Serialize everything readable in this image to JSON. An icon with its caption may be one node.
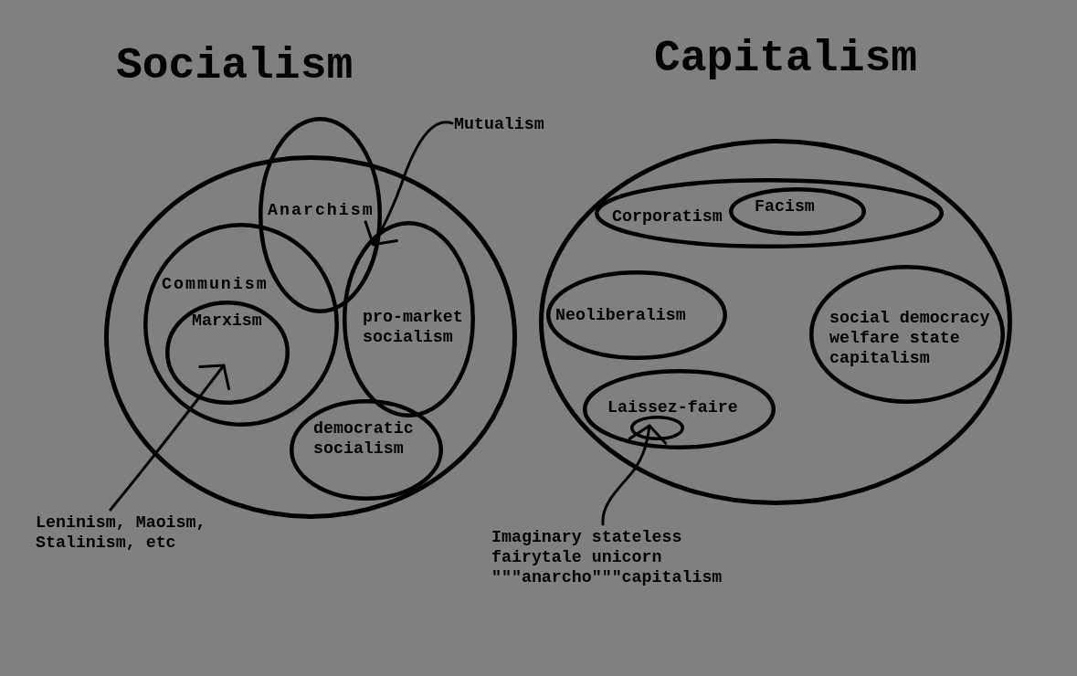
{
  "diagram": {
    "nodes": [
      {
        "text": [
          "Socialism"
        ]
      },
      {
        "text": [
          "Anarchism"
        ]
      },
      {
        "text": [
          "Mutualism"
        ]
      },
      {
        "text": [
          "Communism"
        ],
        "in": 0
      },
      {
        "text": [
          "Marxism"
        ],
        "in": 3
      },
      {
        "text": [
          "pro-market socialism"
        ],
        "in": 0
      },
      {
        "text": [
          "democratic socialism"
        ],
        "in": 0
      },
      {
        "text": [
          "Leninism, Maoism, Stalinism, etc"
        ]
      },
      {
        "text": [
          "Capitalism"
        ]
      },
      {
        "text": [
          "Corporatism"
        ],
        "in": 8
      },
      {
        "text": [
          "Facism"
        ],
        "in": 9
      },
      {
        "text": [
          "Neoliberalism"
        ],
        "in": 8
      },
      {
        "text": [
          "social democracy welfare state capitalism"
        ],
        "in": 8
      },
      {
        "text": [
          "Laissez-faire"
        ],
        "in": 8
      },
      {
        "text": [],
        "shape": "ellipse",
        "in": 13
      },
      {
        "text": [
          "Imaginary stateless fairytale unicorn \"\"\"anarcho\"\"\"capitalism"
        ]
      }
    ],
    "edges": [
      {
        "from": 2,
        "to": 1,
        "arrow": "to"
      },
      {
        "from": 7,
        "to": 4,
        "arrow": "to"
      },
      {
        "from": 15,
        "to": 14,
        "arrow": "to"
      }
    ]
  }
}
